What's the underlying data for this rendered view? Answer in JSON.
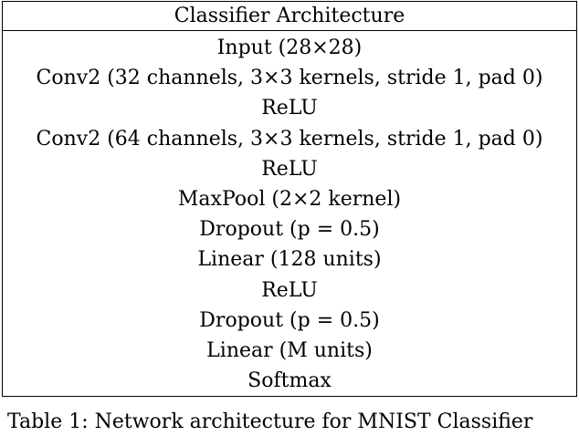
{
  "table": {
    "header": "Classifier Architecture",
    "rows": [
      "Input (28×28)",
      "Conv2 (32 channels, 3×3 kernels, stride 1, pad 0)",
      "ReLU",
      "Conv2 (64 channels, 3×3 kernels, stride 1, pad 0)",
      "ReLU",
      "MaxPool (2×2 kernel)",
      "Dropout (p = 0.5)",
      "Linear (128 units)",
      "ReLU",
      "Dropout (p = 0.5)",
      "Linear (M units)",
      "Softmax"
    ]
  },
  "caption": "Table 1: Network architecture for MNIST Classifier"
}
